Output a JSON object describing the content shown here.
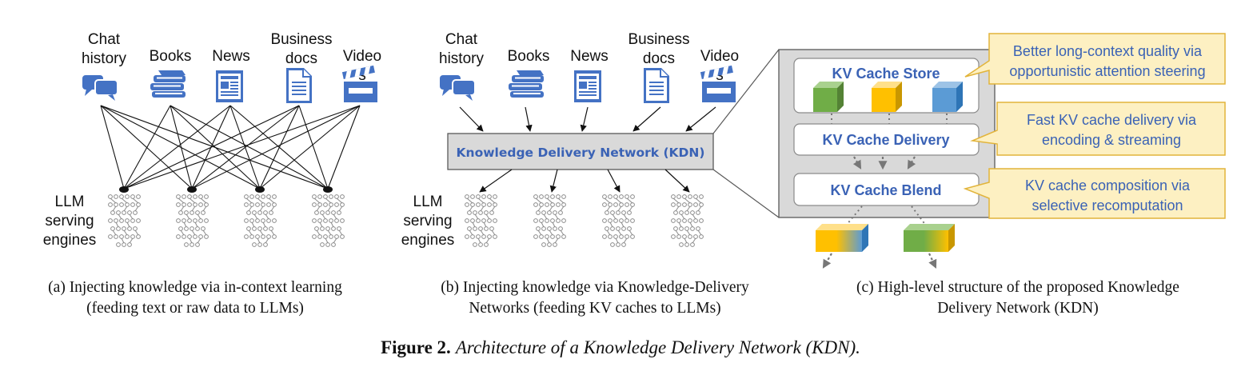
{
  "panel_a": {
    "sources": [
      "Chat",
      "history",
      "Books",
      "News",
      "Business",
      "docs",
      "Video",
      "s"
    ],
    "engines_label": [
      "LLM",
      "serving",
      "engines"
    ],
    "caption": [
      "(a) Injecting knowledge via in-context learning",
      "(feeding text or raw data to LLMs)"
    ]
  },
  "panel_b": {
    "sources": [
      "Chat",
      "history",
      "Books",
      "News",
      "Business",
      "docs",
      "Video",
      "s"
    ],
    "kdn_label": "Knowledge Delivery Network (KDN)",
    "engines_label": [
      "LLM",
      "serving",
      "engines"
    ],
    "caption": [
      "(b) Injecting knowledge via Knowledge-Delivery",
      "Networks (feeding KV caches to LLMs)"
    ]
  },
  "panel_c": {
    "store": "KV Cache Store",
    "delivery": "KV Cache Delivery",
    "blend": "KV Cache Blend",
    "callouts": [
      [
        "Better long-context quality via",
        "opportunistic attention steering"
      ],
      [
        "Fast KV cache delivery via",
        "encoding & streaming"
      ],
      [
        "KV cache composition via",
        "selective recomputation"
      ]
    ],
    "caption": [
      "(c) High-level structure of the proposed Knowledge",
      "Delivery Network (KDN)"
    ]
  },
  "figure_caption": {
    "label": "Figure 2.",
    "text": "Architecture of a Knowledge Delivery Network (KDN)."
  },
  "colors": {
    "icon_blue": "#4472c4",
    "title_blue": "#3a62b5",
    "kdn_fill": "#d9d9d9",
    "callout_fill": "#fdf0c2",
    "callout_border": "#e2b43a",
    "cube_green": "#70ad47",
    "cube_yellow": "#ffc000",
    "cube_blue": "#5b9bd5"
  }
}
